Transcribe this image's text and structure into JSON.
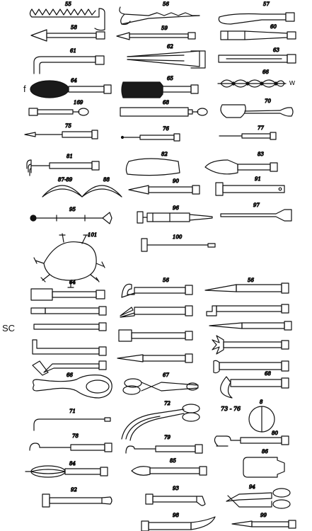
{
  "plate_labels": {
    "f": "f",
    "w": "w",
    "sc": "SC"
  },
  "numbers": [
    "55",
    "56",
    "57",
    "58",
    "59",
    "60",
    "61",
    "62",
    "63",
    "64",
    "65",
    "66",
    "169",
    "68",
    "70",
    "75",
    "76",
    "77",
    "81",
    "82",
    "83",
    "87-89",
    "88",
    "90",
    "91",
    "95",
    "96",
    "97",
    "100",
    "101",
    "64",
    "56",
    "56",
    "66",
    "67",
    "68",
    "71",
    "72",
    "73 - 76",
    "8",
    "78",
    "79",
    "80",
    "84",
    "85",
    "86",
    "92",
    "93",
    "94",
    "98",
    "99"
  ],
  "colors": {
    "ink": "#111111",
    "paper": "#ffffff",
    "fill_dark": "#1a1a1a"
  }
}
